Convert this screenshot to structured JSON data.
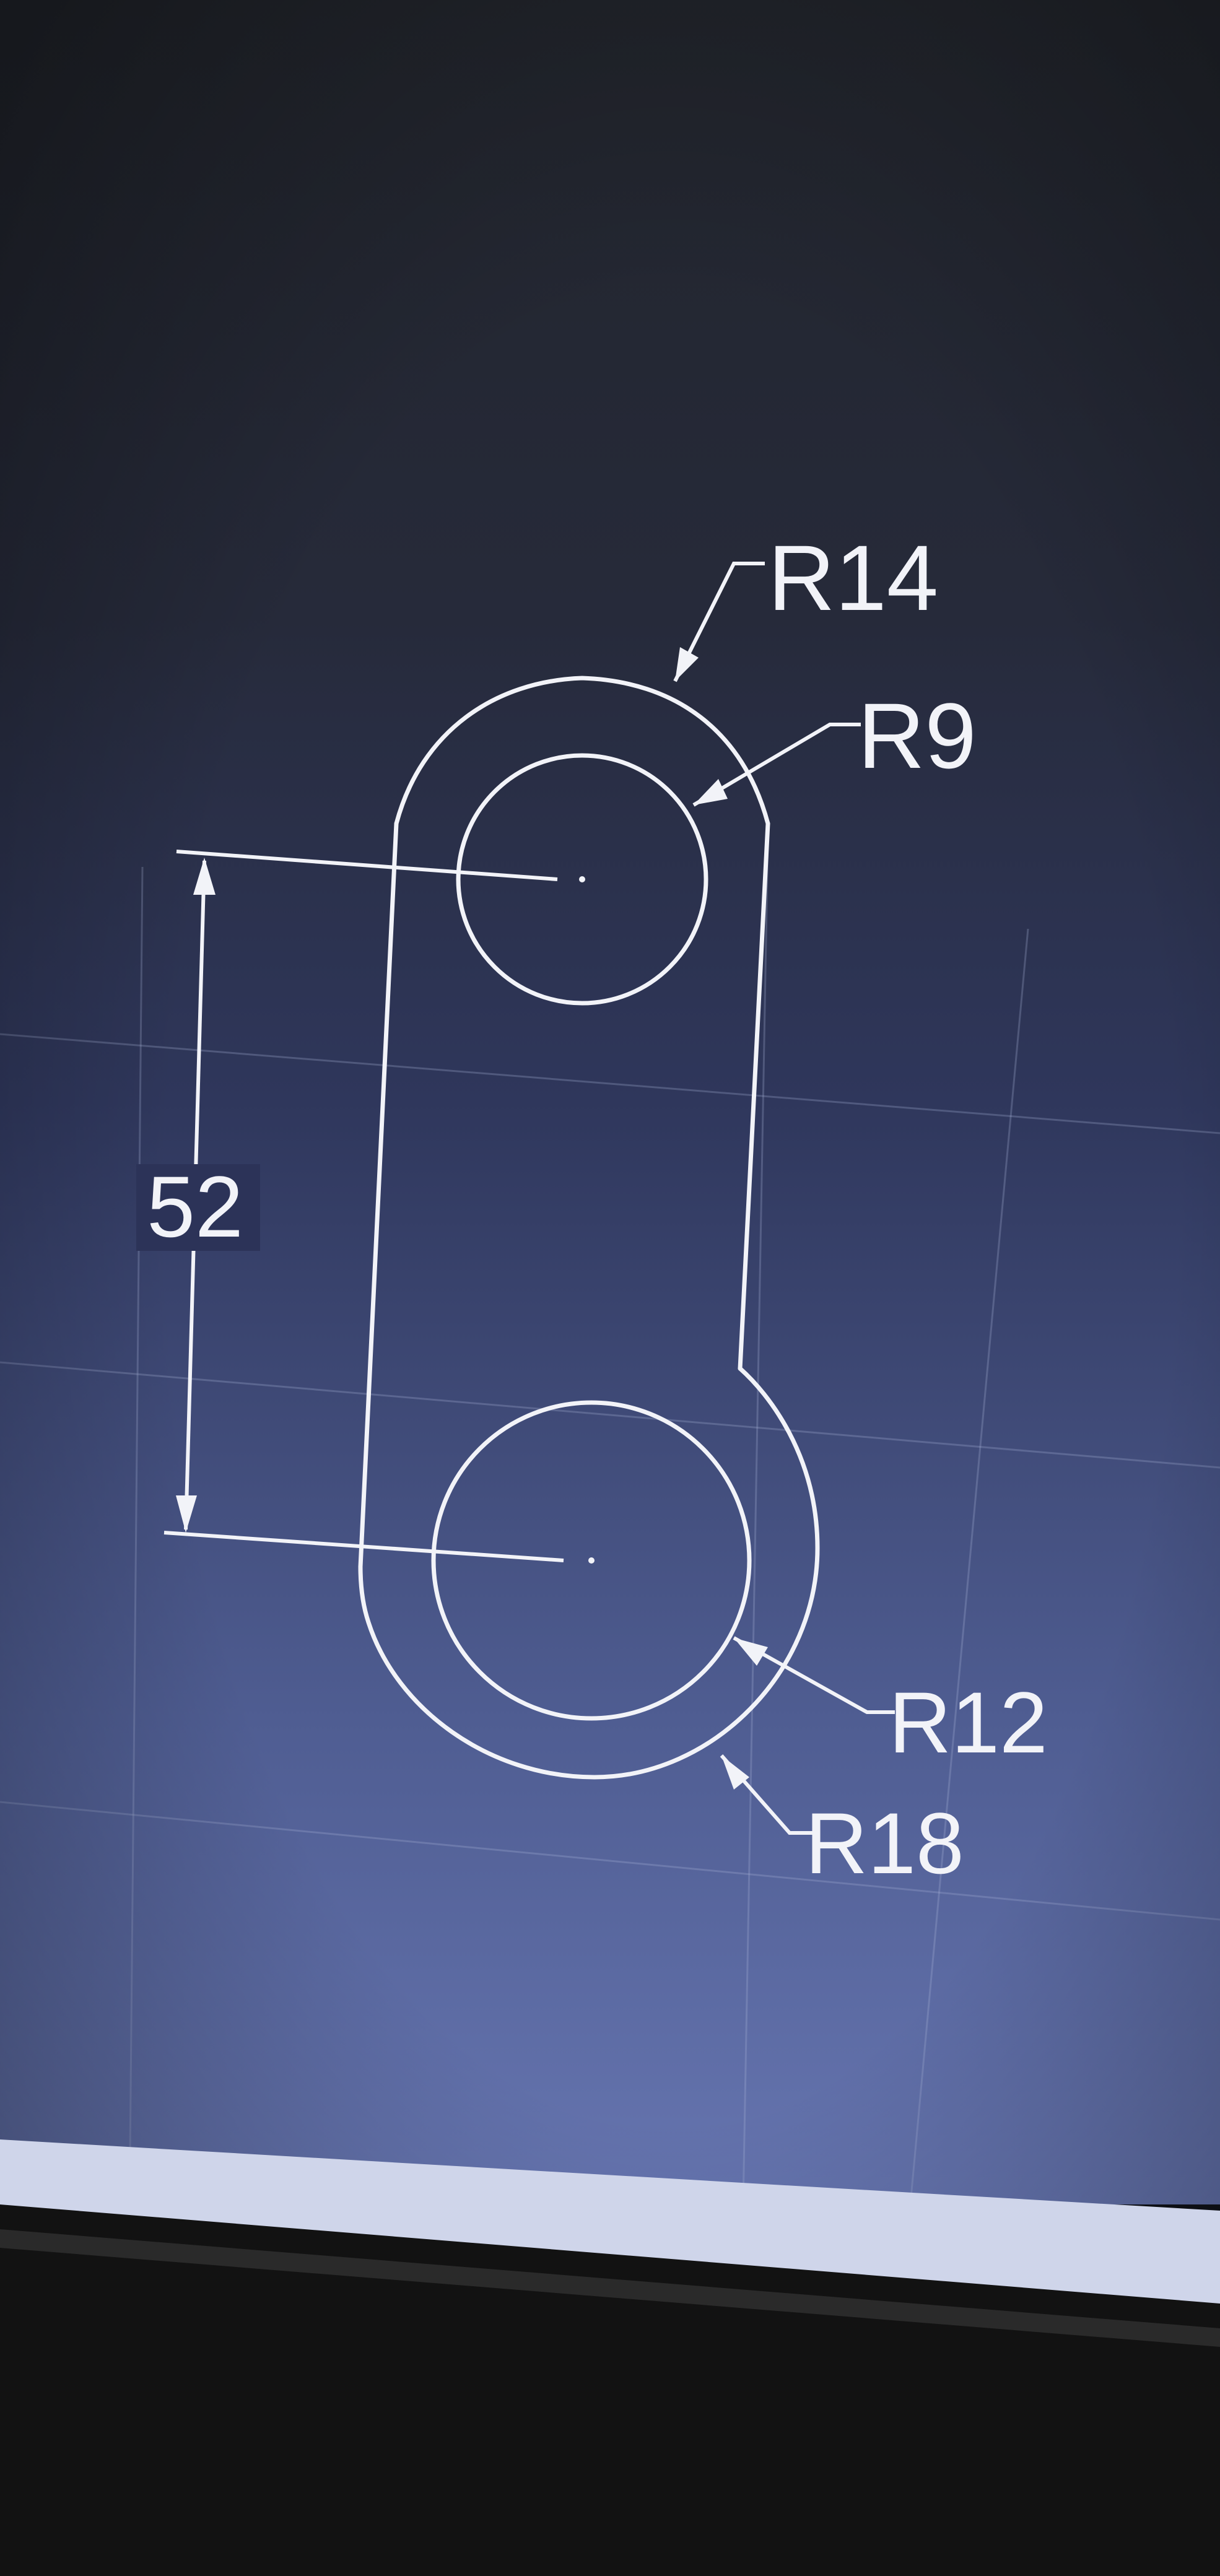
{
  "drawing": {
    "dimensions": {
      "r14": "R14",
      "r9": "R9",
      "r12": "R12",
      "r18": "R18",
      "center_distance": "52"
    }
  },
  "colors": {
    "screen_top": "#24272f",
    "screen_mid": "#2b3152",
    "screen_bottom": "#5e6da6",
    "grid": "#9ba6cc",
    "lines": "#f2f3f8",
    "bezel": "#141414",
    "screen_edge": "#d9def0"
  }
}
